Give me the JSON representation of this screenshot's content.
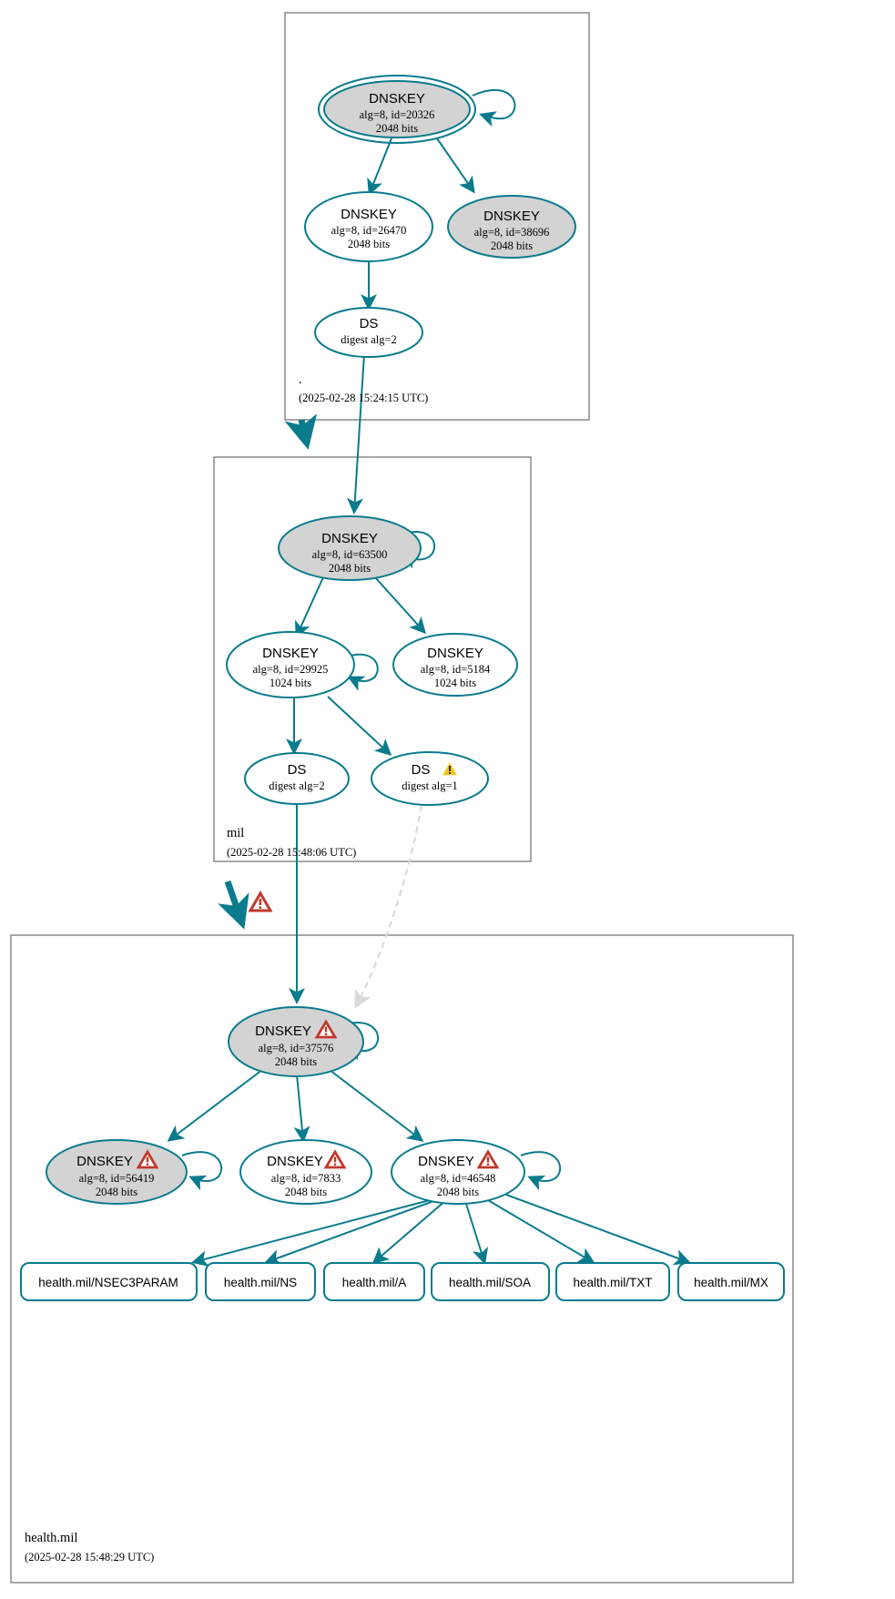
{
  "diagram": {
    "title": "DNSSEC authentication chain for health.mil",
    "accent_color": "#0a7b8c",
    "secure_node_fill": "#d3d3d3",
    "plain_node_fill": "#ffffff",
    "zone_border_color": "#808080",
    "error_icon_color": "#c0392b",
    "warning_icon_color": "#f5c518",
    "broken_edge_color": "#d9d9d9"
  },
  "zones": [
    {
      "id": "root",
      "name": ".",
      "timestamp": "(2025-02-28 15:24:15 UTC)"
    },
    {
      "id": "mil",
      "name": "mil",
      "timestamp": "(2025-02-28 15:48:06 UTC)"
    },
    {
      "id": "health_mil",
      "name": "health.mil",
      "timestamp": "(2025-02-28 15:48:29 UTC)"
    }
  ],
  "nodes": {
    "root_ksk": {
      "type": "DNSKEY",
      "label": "DNSKEY",
      "alg_id": "alg=8, id=20326",
      "bits": "2048 bits",
      "icon": "",
      "style": "secure-trust-anchor"
    },
    "root_zsk_26470": {
      "type": "DNSKEY",
      "label": "DNSKEY",
      "alg_id": "alg=8, id=26470",
      "bits": "2048 bits",
      "icon": "",
      "style": "plain"
    },
    "root_zsk_38696": {
      "type": "DNSKEY",
      "label": "DNSKEY",
      "alg_id": "alg=8, id=38696",
      "bits": "2048 bits",
      "icon": "",
      "style": "secure"
    },
    "root_ds": {
      "type": "DS",
      "label": "DS",
      "alg_id": "digest alg=2",
      "bits": "",
      "icon": "",
      "style": "plain"
    },
    "mil_ksk": {
      "type": "DNSKEY",
      "label": "DNSKEY",
      "alg_id": "alg=8, id=63500",
      "bits": "2048 bits",
      "icon": "",
      "style": "secure"
    },
    "mil_zsk_29925": {
      "type": "DNSKEY",
      "label": "DNSKEY",
      "alg_id": "alg=8, id=29925",
      "bits": "1024 bits",
      "icon": "",
      "style": "plain"
    },
    "mil_zsk_5184": {
      "type": "DNSKEY",
      "label": "DNSKEY",
      "alg_id": "alg=8, id=5184",
      "bits": "1024 bits",
      "icon": "",
      "style": "plain"
    },
    "mil_ds_alg2": {
      "type": "DS",
      "label": "DS",
      "alg_id": "digest alg=2",
      "bits": "",
      "icon": "",
      "style": "plain"
    },
    "mil_ds_alg1": {
      "type": "DS",
      "label": "DS",
      "alg_id": "digest alg=1",
      "bits": "",
      "icon": "warning-triangle-icon",
      "style": "plain"
    },
    "hm_ksk_37576": {
      "type": "DNSKEY",
      "label": "DNSKEY",
      "alg_id": "alg=8, id=37576",
      "bits": "2048 bits",
      "icon": "error-triangle-icon",
      "style": "secure"
    },
    "hm_key_56419": {
      "type": "DNSKEY",
      "label": "DNSKEY",
      "alg_id": "alg=8, id=56419",
      "bits": "2048 bits",
      "icon": "error-triangle-icon",
      "style": "secure"
    },
    "hm_key_7833": {
      "type": "DNSKEY",
      "label": "DNSKEY",
      "alg_id": "alg=8, id=7833",
      "bits": "2048 bits",
      "icon": "error-triangle-icon",
      "style": "plain"
    },
    "hm_key_46548": {
      "type": "DNSKEY",
      "label": "DNSKEY",
      "alg_id": "alg=8, id=46548",
      "bits": "2048 bits",
      "icon": "error-triangle-icon",
      "style": "plain"
    }
  },
  "rrsets": [
    {
      "id": "rr_nsec3param",
      "label": "health.mil/NSEC3PARAM"
    },
    {
      "id": "rr_ns",
      "label": "health.mil/NS"
    },
    {
      "id": "rr_a",
      "label": "health.mil/A"
    },
    {
      "id": "rr_soa",
      "label": "health.mil/SOA"
    },
    {
      "id": "rr_txt",
      "label": "health.mil/TXT"
    },
    {
      "id": "rr_mx",
      "label": "health.mil/MX"
    }
  ],
  "delegation_markers": [
    {
      "id": "mil-to-health-mil-error",
      "icon": "error-triangle-icon"
    }
  ]
}
